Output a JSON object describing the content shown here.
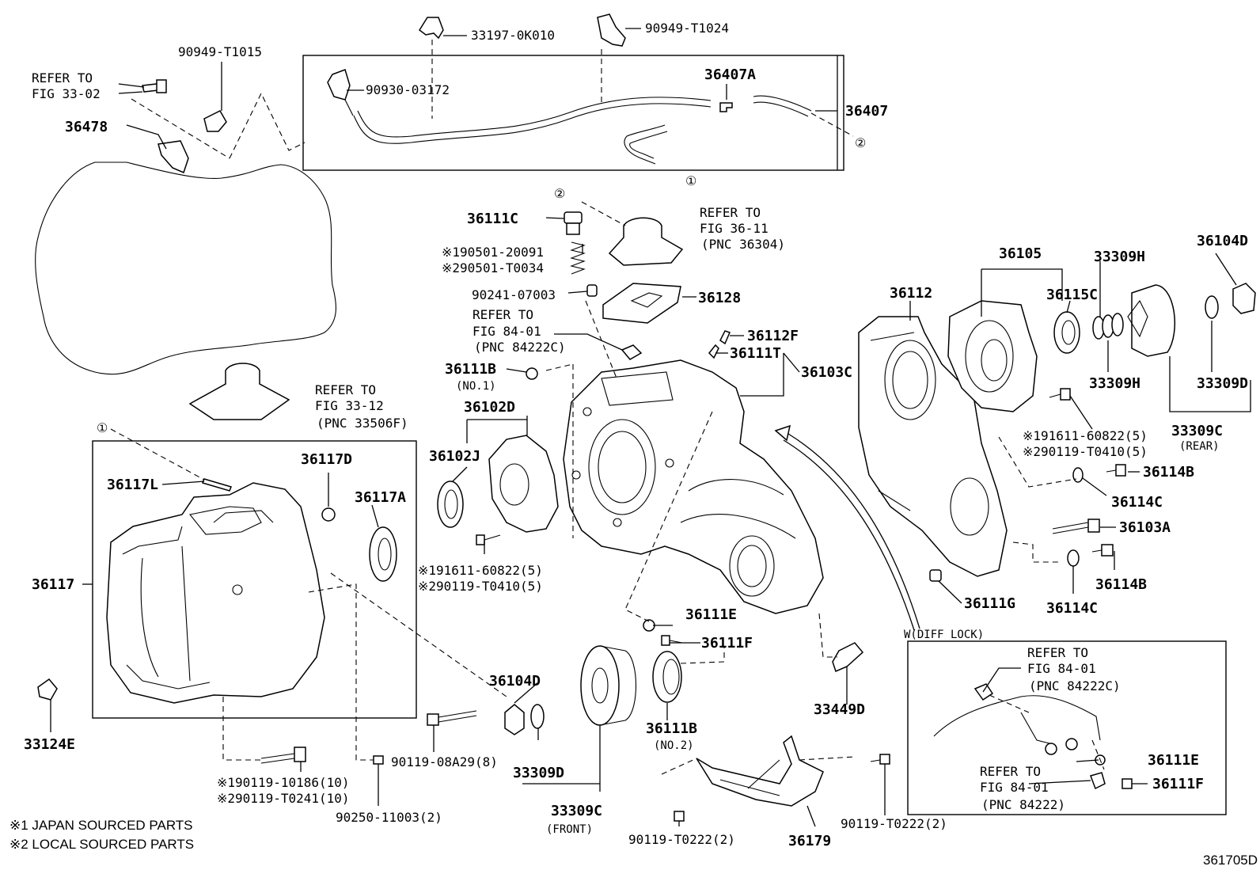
{
  "labels": {
    "p33197": "33197-0K010",
    "p90949_t1024": "90949-T1024",
    "p90949_t1015": "90949-T1015",
    "refer_33_02_a": "REFER TO",
    "refer_33_02_b": "FIG 33-02",
    "p90930": "90930-03172",
    "p36407A": "36407A",
    "p36407": "36407",
    "p36478": "36478",
    "circ2_top": "②",
    "circ1_top": "①",
    "circ2_mid": "②",
    "p36111C": "36111C",
    "refer_36_11_a": "REFER TO",
    "refer_36_11_b": "FIG 36-11",
    "refer_36_11_c": "(PNC 36304)",
    "p190501": "※190501-20091",
    "p290501": "※290501-T0034",
    "p90241": "90241-07003",
    "p36128": "36128",
    "refer_84_01_a": "REFER TO",
    "refer_84_01_b": "FIG 84-01",
    "refer_84_01_c": "(PNC 84222C)",
    "p36112F": "36112F",
    "p36111T": "36111T",
    "p36103C": "36103C",
    "p36111B_1": "36111B",
    "no1": "(NO.1)",
    "refer_33_12_a": "REFER TO",
    "refer_33_12_b": "FIG 33-12",
    "refer_33_12_c": "(PNC 33506F)",
    "circ1_left": "①",
    "p36102D": "36102D",
    "p36102J": "36102J",
    "p36117L": "36117L",
    "p36117D": "36117D",
    "p36117A": "36117A",
    "p36117": "36117",
    "p191611_a": "※191611-60822(5)",
    "p290119_a": "※290119-T0410(5)",
    "p36111E_a": "36111E",
    "p36111F_a": "36111F",
    "p36104D_b": "36104D",
    "p33124E": "33124E",
    "p90119_08A29": "90119-08A29(8)",
    "p33309D_b": "33309D",
    "p33309C_front": "33309C",
    "front": "(FRONT)",
    "p36111B_2": "36111B",
    "no2": "(NO.2)",
    "p33449D": "33449D",
    "p190119": "※190119-10186(10)",
    "p290119_b": "※290119-T0241(10)",
    "p90250": "90250-11003(2)",
    "p90119_t0222_a": "90119-T0222(2)",
    "p36179": "36179",
    "p90119_t0222_b": "90119-T0222(2)",
    "note1": "※1 JAPAN SOURCED PARTS",
    "note2": "※2 LOCAL SOURCED PARTS",
    "code": "361705D",
    "p36105": "36105",
    "p33309H_a": "33309H",
    "p36104D_a": "36104D",
    "p36112": "36112",
    "p36115C": "36115C",
    "p33309H_b": "33309H",
    "p33309D_a": "33309D",
    "p33309C_rear": "33309C",
    "rear": "(REAR)",
    "p191611_b": "※191611-60822(5)",
    "p290119_c": "※290119-T0410(5)",
    "p36114B_a": "36114B",
    "p36114C_a": "36114C",
    "p36103A": "36103A",
    "p36114B_b": "36114B",
    "p36111G": "36111G",
    "p36114C_b": "36114C",
    "diff_lock": "W(DIFF LOCK)",
    "refer_84_01w_a": "REFER TO",
    "refer_84_01w_b": "FIG 84-01",
    "refer_84_01w_c": "(PNC 84222C)",
    "p36111E_w": "36111E",
    "refer_84_01x_a": "REFER TO",
    "refer_84_01x_b": "FIG 84-01",
    "refer_84_01x_c": "(PNC 84222)",
    "p36111F_w": "36111F"
  }
}
